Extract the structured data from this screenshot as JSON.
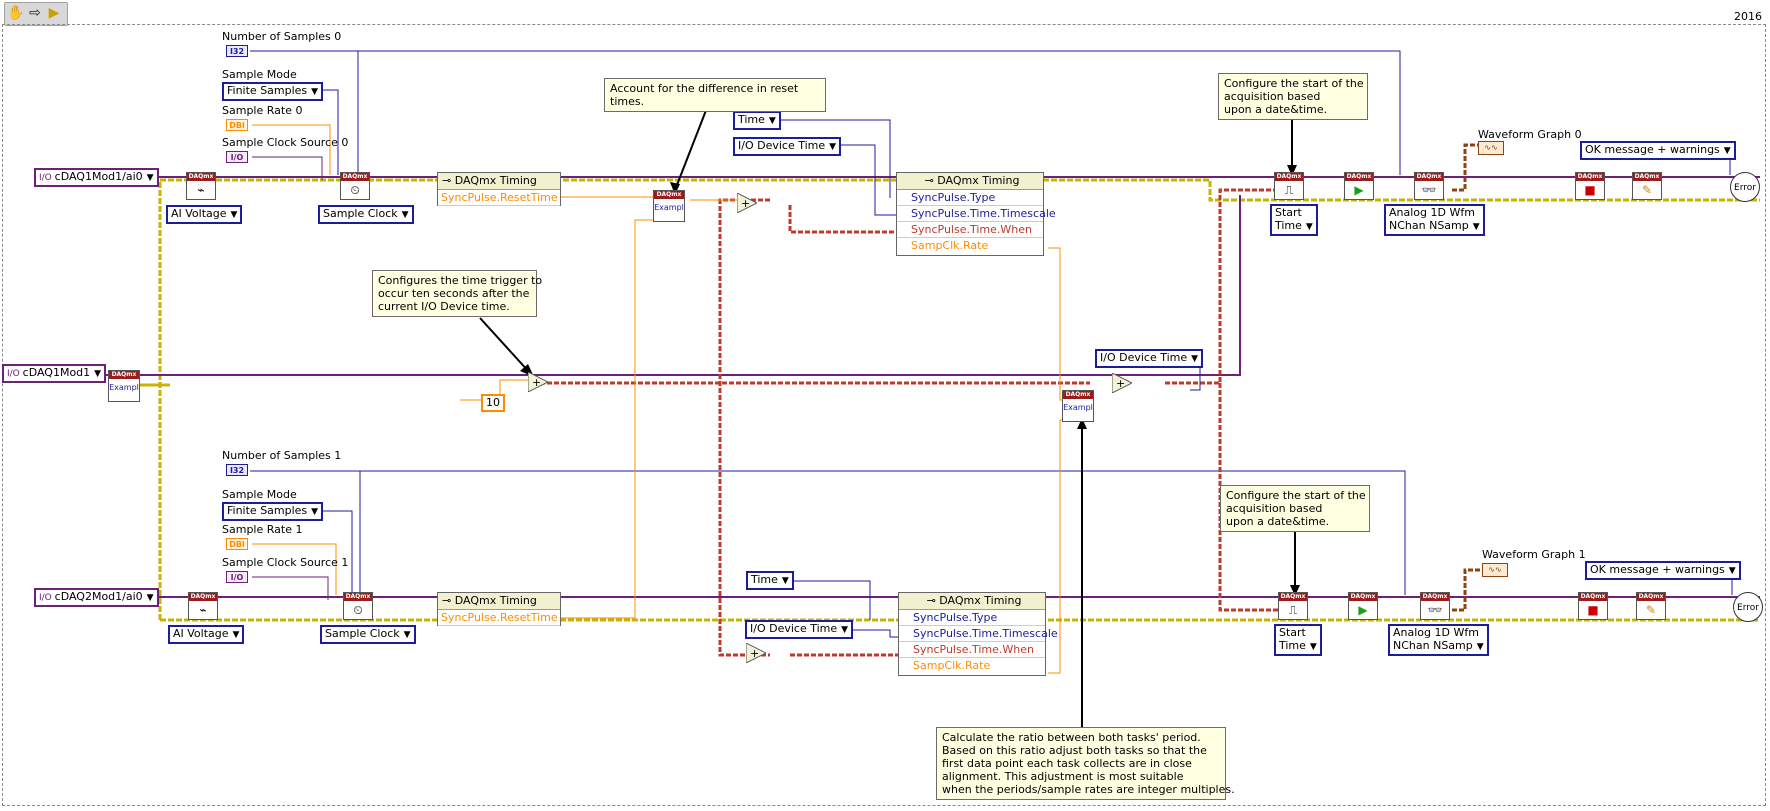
{
  "window": {
    "year": "2016"
  },
  "toolbar": {
    "items": [
      "hand-icon",
      "arrow-icon",
      "run-highlight-icon"
    ]
  },
  "top_task": {
    "channel": "cDAQ1Mod1/ai0",
    "num_samples_label": "Number of Samples 0",
    "num_samples_type": "I32",
    "sample_mode_label": "Sample Mode",
    "sample_mode_value": "Finite Samples",
    "sample_rate_label": "Sample Rate 0",
    "sample_rate_type": "DBl",
    "clock_source_label": "Sample Clock Source 0",
    "clock_source_type": "I/O",
    "ai_voltage": "AI Voltage",
    "sample_clock": "Sample Clock",
    "timing1_title": "DAQmx Timing",
    "timing1_row": "SyncPulse.ResetTime",
    "timing2_title": "DAQmx Timing",
    "timing2_rows": [
      "SyncPulse.Type",
      "SyncPulse.Time.Timescale",
      "SyncPulse.Time.When",
      "SampClk.Rate"
    ],
    "time_const": "Time",
    "io_device_time": "I/O Device Time",
    "start_time": "Start\nTime",
    "read_mode": "Analog 1D Wfm\nNChan NSamp",
    "graph_label": "Waveform Graph 0",
    "ok_msg": "OK message + warnings"
  },
  "device": {
    "name": "cDAQ1Mod1",
    "const_10": "10",
    "io_device_time": "I/O Device Time"
  },
  "bottom_task": {
    "channel": "cDAQ2Mod1/ai0",
    "num_samples_label": "Number of Samples 1",
    "num_samples_type": "I32",
    "sample_mode_label": "Sample Mode",
    "sample_mode_value": "Finite Samples",
    "sample_rate_label": "Sample Rate 1",
    "sample_rate_type": "DBl",
    "clock_source_label": "Sample Clock Source 1",
    "clock_source_type": "I/O",
    "ai_voltage": "AI Voltage",
    "sample_clock": "Sample Clock",
    "timing1_title": "DAQmx Timing",
    "timing1_row": "SyncPulse.ResetTime",
    "timing2_title": "DAQmx Timing",
    "timing2_rows": [
      "SyncPulse.Type",
      "SyncPulse.Time.Timescale",
      "SyncPulse.Time.When",
      "SampClk.Rate"
    ],
    "time_const": "Time",
    "io_device_time": "I/O Device Time",
    "start_time": "Start\nTime",
    "read_mode": "Analog 1D Wfm\nNChan NSamp",
    "graph_label": "Waveform Graph 1",
    "ok_msg": "OK message + warnings"
  },
  "comments": {
    "reset_times": "Account for the difference in reset times.",
    "ten_seconds": "Configures the time trigger to\noccur ten seconds after the\ncurrent I/O Device time.",
    "start_top": "Configure the start of the\nacquisition based\nupon a date&time.",
    "start_bottom": "Configure the start of the\nacquisition based\nupon a date&time.",
    "ratio": "Calculate the ratio between both tasks' period.\nBased on this ratio adjust both tasks so that the\nfirst data point each task collects are in close\nalignment. This adjustment is most suitable\nwhen the periods/sample rates are integer multiples."
  },
  "colors": {
    "ref": "#6b2178",
    "error": "#c8b400",
    "int": "#1c1c9c",
    "dbl": "#ff8c00",
    "wfm": "#8b4513",
    "timestamp": "#c0392b"
  }
}
